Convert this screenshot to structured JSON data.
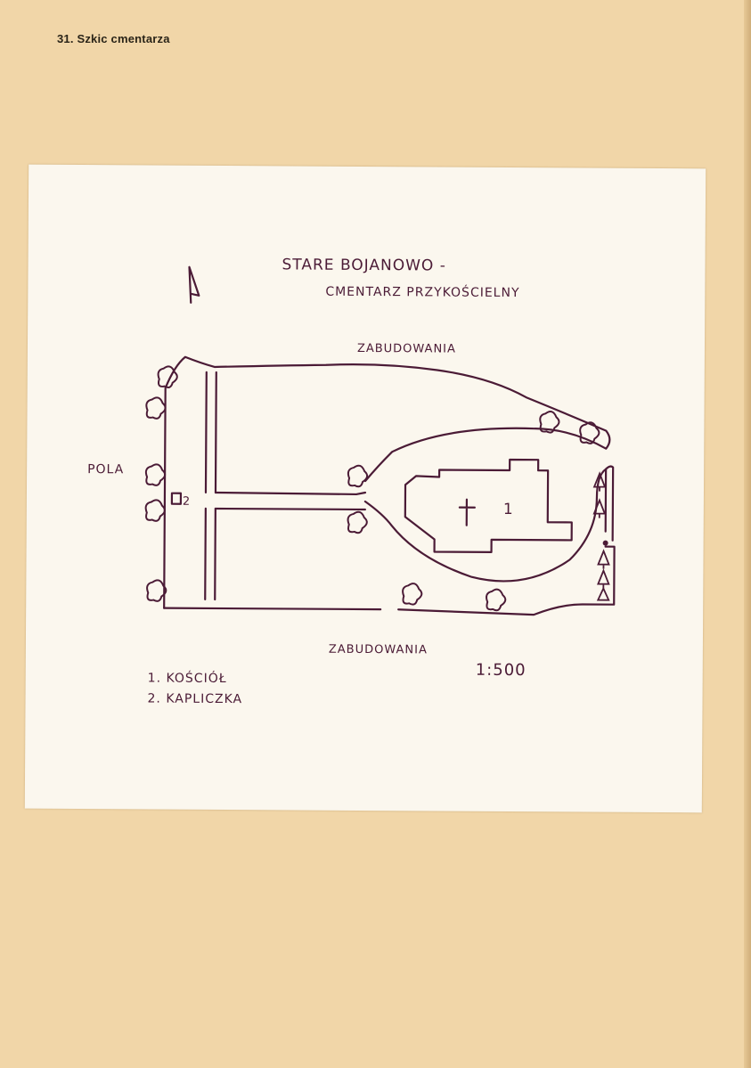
{
  "caption": "31. Szkic cmentarza",
  "map": {
    "title_line1": "STARE BOJANOWO -",
    "title_line2": "CMENTARZ PRZYKOŚCIELNY",
    "north_arrow_icon": "north-arrow-icon",
    "label_top": "ZABUDOWANIA",
    "label_bottom": "ZABUDOWANIA",
    "label_left": "POLA",
    "church_number": "1",
    "chapel_number": "2",
    "scale": "1:500",
    "legend": [
      {
        "text": "1. KOŚCIÓŁ"
      },
      {
        "text": "2. KAPLICZKA"
      }
    ],
    "ink_color": "#4b1b36",
    "paper_color": "#fbf7ee",
    "board_color": "#f1d6a8"
  }
}
